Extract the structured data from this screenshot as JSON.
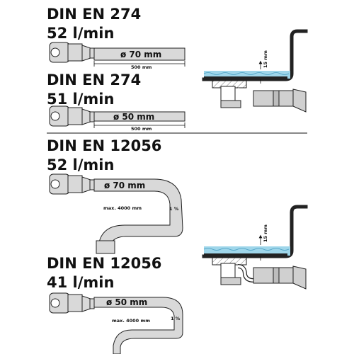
{
  "sections": [
    {
      "standard": "DIN EN 274",
      "flow": "52 l/min",
      "pipe": "ø 70 mm",
      "length": "500 mm"
    },
    {
      "standard": "DIN EN 274",
      "flow": "51 l/min",
      "pipe": "ø 50 mm",
      "length": "500 mm"
    },
    {
      "standard": "DIN EN 12056",
      "flow": "52 l/min",
      "pipe": "ø 70 mm",
      "length": "max. 4000 mm",
      "slope": "1 %"
    },
    {
      "standard": "DIN EN 12056",
      "flow": "41 l/min",
      "pipe": "ø 50 mm",
      "length": "max. 4000 mm",
      "slope": "1 %"
    }
  ],
  "tray_details": [
    {
      "height": "15 mm"
    },
    {
      "height": "15 mm"
    }
  ],
  "colors": {
    "water": "#9fd6ea",
    "pipe_fill": "#d9d9d9",
    "outline": "#222222"
  }
}
